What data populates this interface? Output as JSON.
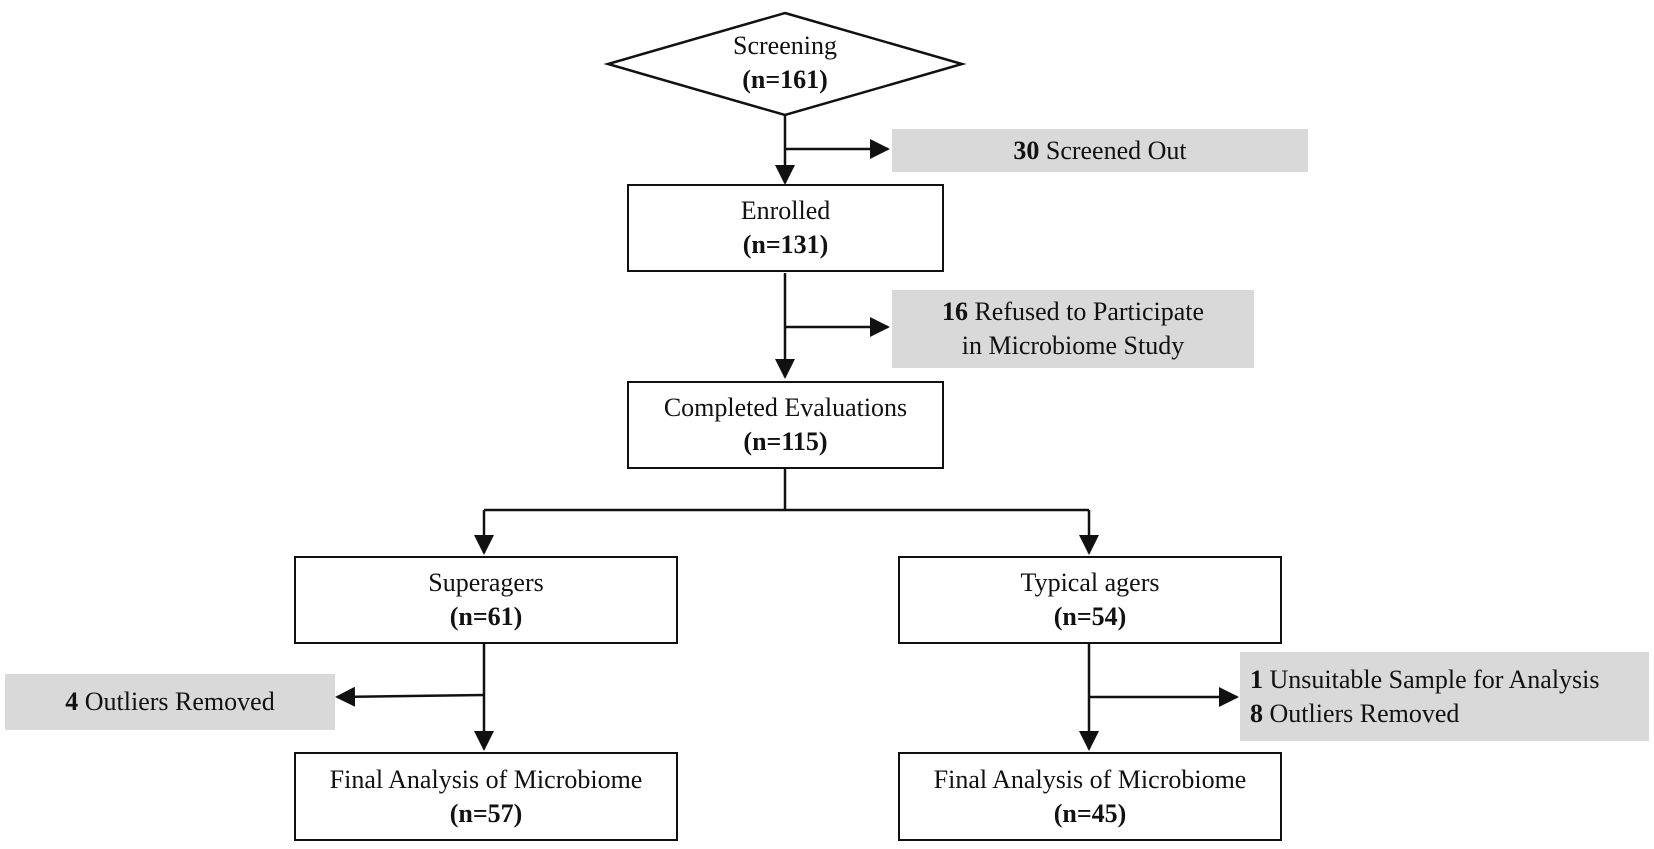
{
  "nodes": {
    "screening": {
      "label": "Screening",
      "n": "(n=161)"
    },
    "enrolled": {
      "label": "Enrolled",
      "n": "(n=131)"
    },
    "completed": {
      "label": "Completed Evaluations",
      "n": "(n=115)"
    },
    "superagers": {
      "label": "Superagers",
      "n": "(n=61)"
    },
    "typical": {
      "label": "Typical agers",
      "n": "(n=54)"
    },
    "final_superagers": {
      "label": "Final Analysis of Microbiome",
      "n": "(n=57)"
    },
    "final_typical": {
      "label": "Final Analysis of Microbiome",
      "n": "(n=45)"
    }
  },
  "exclusions": {
    "screened_out": {
      "num": "30",
      "text": " Screened Out"
    },
    "refused": {
      "num": "16",
      "line1": " Refused to Participate",
      "line2": "in Microbiome Study"
    },
    "outliers_super": {
      "num": "4",
      "text": " Outliers Removed"
    },
    "typical_unsuitable": {
      "num": "1",
      "text": " Unsuitable Sample for Analysis"
    },
    "typical_outliers": {
      "num": "8",
      "text": " Outliers Removed"
    }
  },
  "colors": {
    "box_border": "#111111",
    "exclusion_fill": "#d9d9d9",
    "background": "#ffffff"
  }
}
